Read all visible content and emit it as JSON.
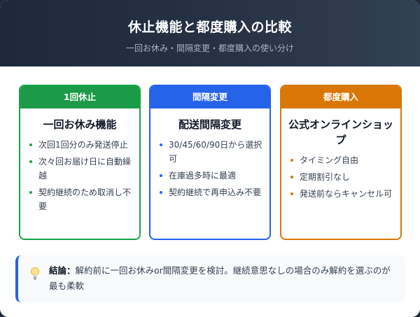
{
  "header": {
    "title": "休止機能と都度購入の比較",
    "subtitle": "一回お休み・間隔変更・都度購入の使い分け"
  },
  "cards": [
    {
      "badge": "1回休止",
      "title": "一回お休み機能",
      "accent": "#16a34a",
      "items": [
        "次回1回分のみ発送停止",
        "次々回お届け日に自動繰越",
        "契約継続のため取消し不要"
      ]
    },
    {
      "badge": "間隔変更",
      "title": "配送間隔変更",
      "accent": "#2563eb",
      "items": [
        "30/45/60/90日から選択可",
        "在庫過多時に最適",
        "契約継続で再申込み不要"
      ]
    },
    {
      "badge": "都度購入",
      "title": "公式オンラインショップ",
      "accent": "#d97706",
      "items": [
        "タイミング自由",
        "定期割引なし",
        "発送前ならキャンセル可"
      ]
    }
  ],
  "conclusion": {
    "icon": "lightbulb-icon",
    "label": "結論：",
    "text": "解約前に一回お休みor間隔変更を検討。継続意思なしの場合のみ解約を選ぶのが最も柔軟"
  }
}
